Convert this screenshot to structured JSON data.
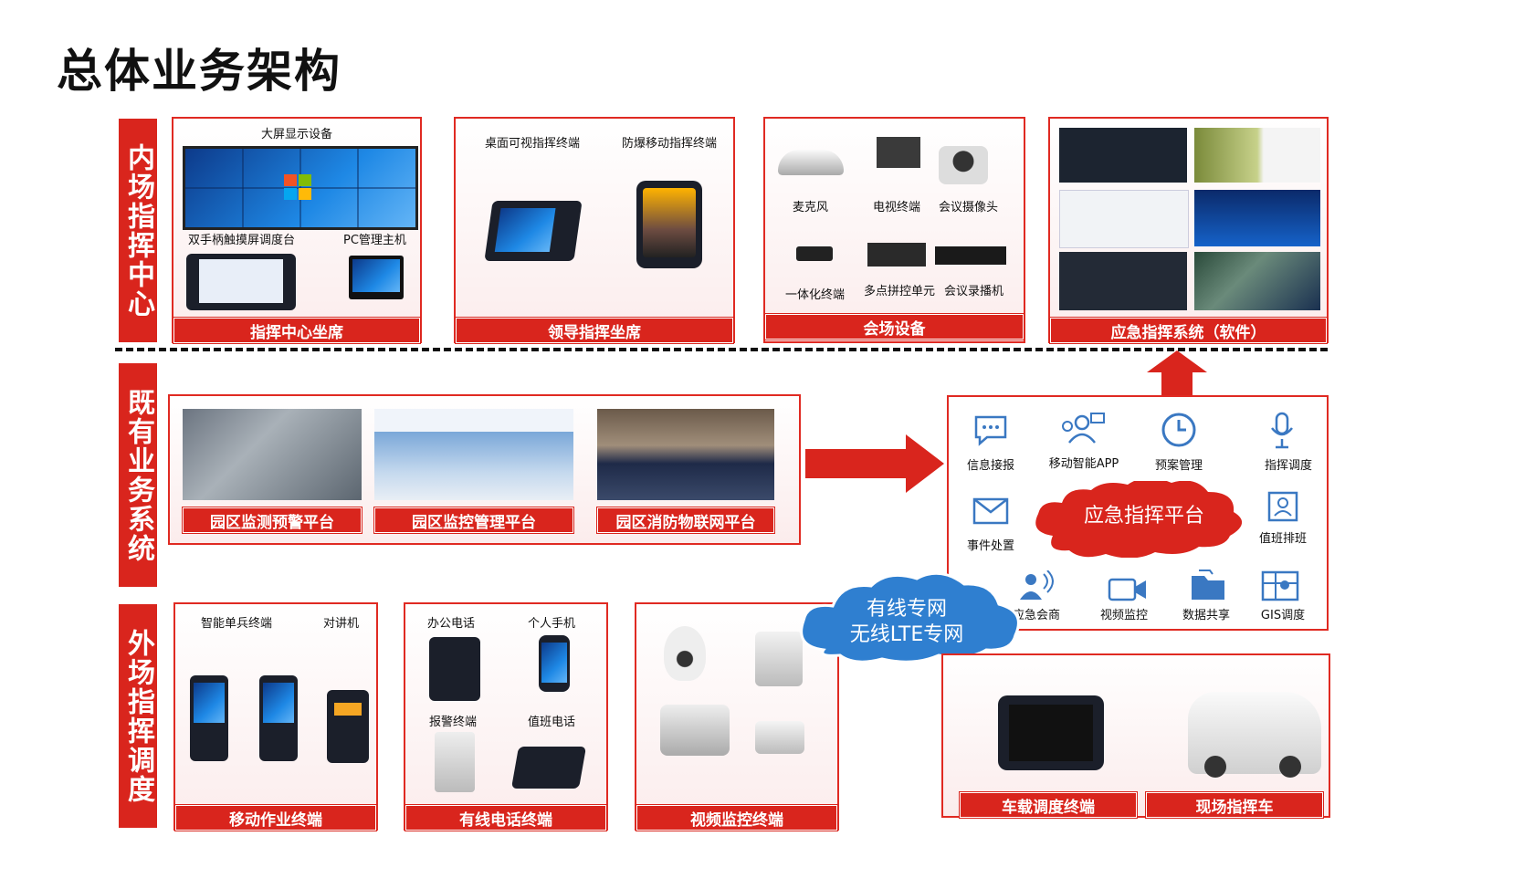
{
  "title": "总体业务架构",
  "layers": {
    "inner": "内场指挥中心",
    "existing": "既有业务系统",
    "outer": "外场指挥调度"
  },
  "inner_panels": {
    "seat": {
      "bar": "指挥中心坐席",
      "labels": [
        "大屏显示设备",
        "双手柄触摸屏调度台",
        "PC管理主机"
      ]
    },
    "leader": {
      "bar": "领导指挥坐席",
      "labels": [
        "桌面可视指挥终端",
        "防爆移动指挥终端"
      ]
    },
    "venue": {
      "bar": "会场设备",
      "labels": [
        "麦克风",
        "电视终端",
        "会议摄像头",
        "一体化终端",
        "多点拼控单元",
        "会议录播机"
      ]
    },
    "software": {
      "bar": "应急指挥系统（软件）"
    }
  },
  "existing_systems": [
    "园区监测预警平台",
    "园区监控管理平台",
    "园区消防物联网平台"
  ],
  "platform": {
    "center": "应急指挥平台",
    "functions": [
      "信息接报",
      "移动智能APP",
      "预案管理",
      "指挥调度",
      "事件处置",
      "值班排班",
      "应急会商",
      "视频监控",
      "数据共享",
      "GIS调度"
    ]
  },
  "network": [
    "有线专网",
    "无线LTE专网"
  ],
  "outer_panels": {
    "mobile": {
      "bar": "移动作业终端",
      "labels": [
        "智能单兵终端",
        "对讲机"
      ]
    },
    "wired": {
      "bar": "有线电话终端",
      "labels": [
        "办公电话",
        "个人手机",
        "报警终端",
        "值班电话"
      ]
    },
    "video": {
      "bar": "视频监控终端"
    },
    "vehicle": {
      "bars": [
        "车载调度终端",
        "现场指挥车"
      ]
    }
  },
  "icons": [
    "message-icon",
    "users-icon",
    "clock-icon",
    "microphone-icon",
    "envelope-icon",
    "person-card-icon",
    "meeting-icon",
    "video-camera-icon",
    "folder-share-icon",
    "map-icon"
  ],
  "colors": {
    "red": "#d9251d",
    "cloud_blue": "#2f7fd0"
  }
}
